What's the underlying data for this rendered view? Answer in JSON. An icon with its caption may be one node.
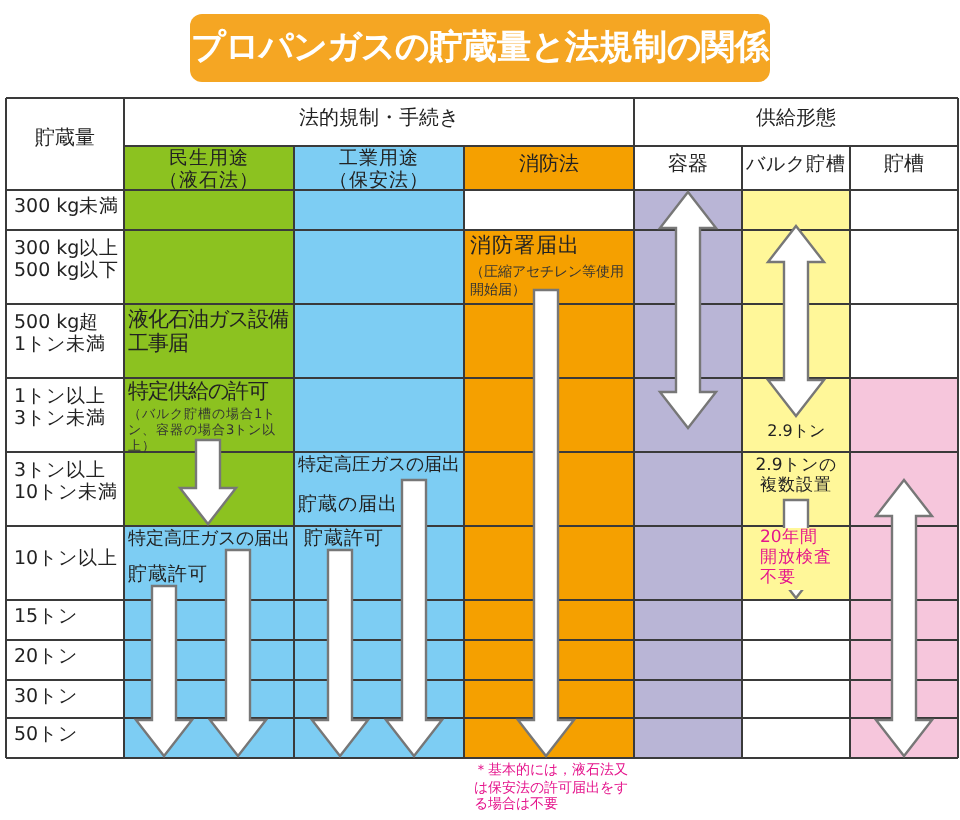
{
  "diagram": {
    "title": "プロパンガスの貯蔵量と法規制の関係",
    "labels": [
      "貯蔵量",
      "法的規制・手続き",
      "供給形態",
      "民生用途（液石法）",
      "工業用途（保安法）",
      "消防法",
      "容器",
      "バルク貯槽",
      "貯槽",
      "300 kg未満",
      "300 kg以上 500 kg以下",
      "消防署届出",
      "（圧縮アセチレン等使用開始届）",
      "500 kg超 1トン未満",
      "液化石油ガス設備工事届",
      "1トン以上 3トン未満",
      "特定供給の許可",
      "（バルク貯槽の場合1トン、容器の場合3トン以上）",
      "2.9トン",
      "3トン以上 10トン未満",
      "特定高圧ガスの届出",
      "貯蔵の届出",
      "2.9トンの複数設置",
      "20年間開放検査不要",
      "10トン以上",
      "特定高圧ガスの届出",
      "貯蔵許可",
      "貯蔵許可",
      "15トン",
      "20トン",
      "30トン",
      "50トン",
      "＊基本的には，液石法又は保安法の許可届出をする場合は不要"
    ]
  }
}
